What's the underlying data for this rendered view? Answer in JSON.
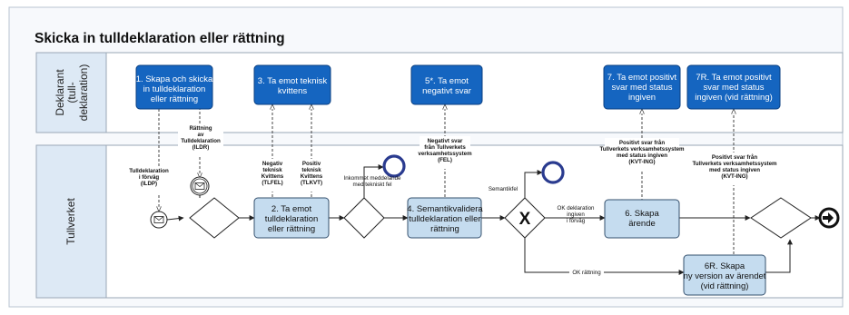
{
  "title": "Skicka in tulldeklaration eller rättning",
  "lanes": {
    "deklarant": [
      "Deklarant",
      "(tull-",
      "deklaration)"
    ],
    "tullverket": "Tullverket"
  },
  "colors": {
    "dark_task": "#1565c0",
    "light_task": "#c5dcef",
    "lane_header": "#dde9f5",
    "end_ring": "#2a3b8f"
  },
  "tasks": {
    "t1": [
      "1. Skapa och skicka",
      "in tulldeklaration",
      "eller rättning"
    ],
    "t3": [
      "3. Ta emot teknisk",
      "kvittens"
    ],
    "t5": [
      "5*. Ta emot",
      "negativt svar"
    ],
    "t7": [
      "7. Ta emot positivt",
      "svar med status",
      "ingiven"
    ],
    "t7r": [
      "7R. Ta emot positivt",
      "svar med status",
      "ingiven (vid rättning)"
    ],
    "t2": [
      "2. Ta emot",
      "tulldeklaration",
      "eller rättning"
    ],
    "t4": [
      "4. Semantikvalidera",
      "tulldeklaration eller",
      "rättning"
    ],
    "t6": [
      "6. Skapa",
      "ärende"
    ],
    "t6r": [
      "6R. Skapa",
      "ny version av ärendet",
      "(vid rättning)"
    ]
  },
  "messages": {
    "ildp": [
      "Tulldeklaration",
      "i förväg",
      "(ILDP)"
    ],
    "ildr": [
      "Rättning",
      "av",
      "Tulldeklaration",
      "(ILDR)"
    ],
    "tlfel": [
      "Negativ",
      "teknisk",
      "Kvittens",
      "(TLFEL)"
    ],
    "tlkvt": [
      "Positiv",
      "teknisk",
      "Kvittens",
      "(TLKVT)"
    ],
    "fel": [
      "Negativt svar",
      "från Tullverkets",
      "verksamhetssystem",
      "(FEL)"
    ],
    "kvt_ing": [
      "Positivt svar från",
      "Tullverkets verksamhetssystem",
      "med status ingiven",
      "(KVT-ING)"
    ],
    "kvt_ing_r": [
      "Positivt svar från",
      "Tullverkets verksamhetssystem",
      "med status ingiven",
      "(KVT-ING)"
    ]
  },
  "flow_labels": {
    "tekniskt_fel": [
      "Inkommet meddelande",
      "med tekniskt fel"
    ],
    "semantikfel": "Semantikfel",
    "ok_deklaration": [
      "OK deklaration",
      "ingiven",
      "i förväg"
    ],
    "ok_rattning": "OK rättning"
  },
  "gateway_symbol": "X"
}
